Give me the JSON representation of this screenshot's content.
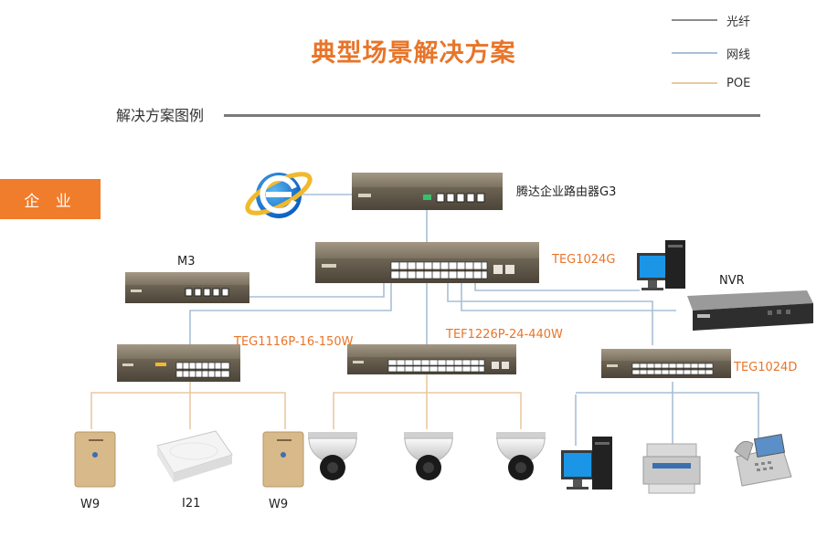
{
  "title": "典型场景解决方案",
  "legend": [
    {
      "label": "光纤",
      "color": "#8c8c8c"
    },
    {
      "label": "网线",
      "color": "#a9bfd6"
    },
    {
      "label": "POE",
      "color": "#e9c9a2"
    }
  ],
  "subtitle": "解决方案图例",
  "tag": "企 业",
  "devices": {
    "router": "腾达企业路由器G3",
    "core_switch": "TEG1024G",
    "m3": "M3",
    "nvr": "NVR",
    "poe_switch_1": "TEG1116P-16-150W",
    "poe_switch_2": "TEF1226P-24-440W",
    "switch_3": "TEG1024D",
    "w9_left": "W9",
    "i21": "I21",
    "w9_right": "W9"
  },
  "colors": {
    "accent": "#f07d2b",
    "title": "#e8752a",
    "device_body": "#8b7f6e",
    "device_front": "#5e5546"
  }
}
